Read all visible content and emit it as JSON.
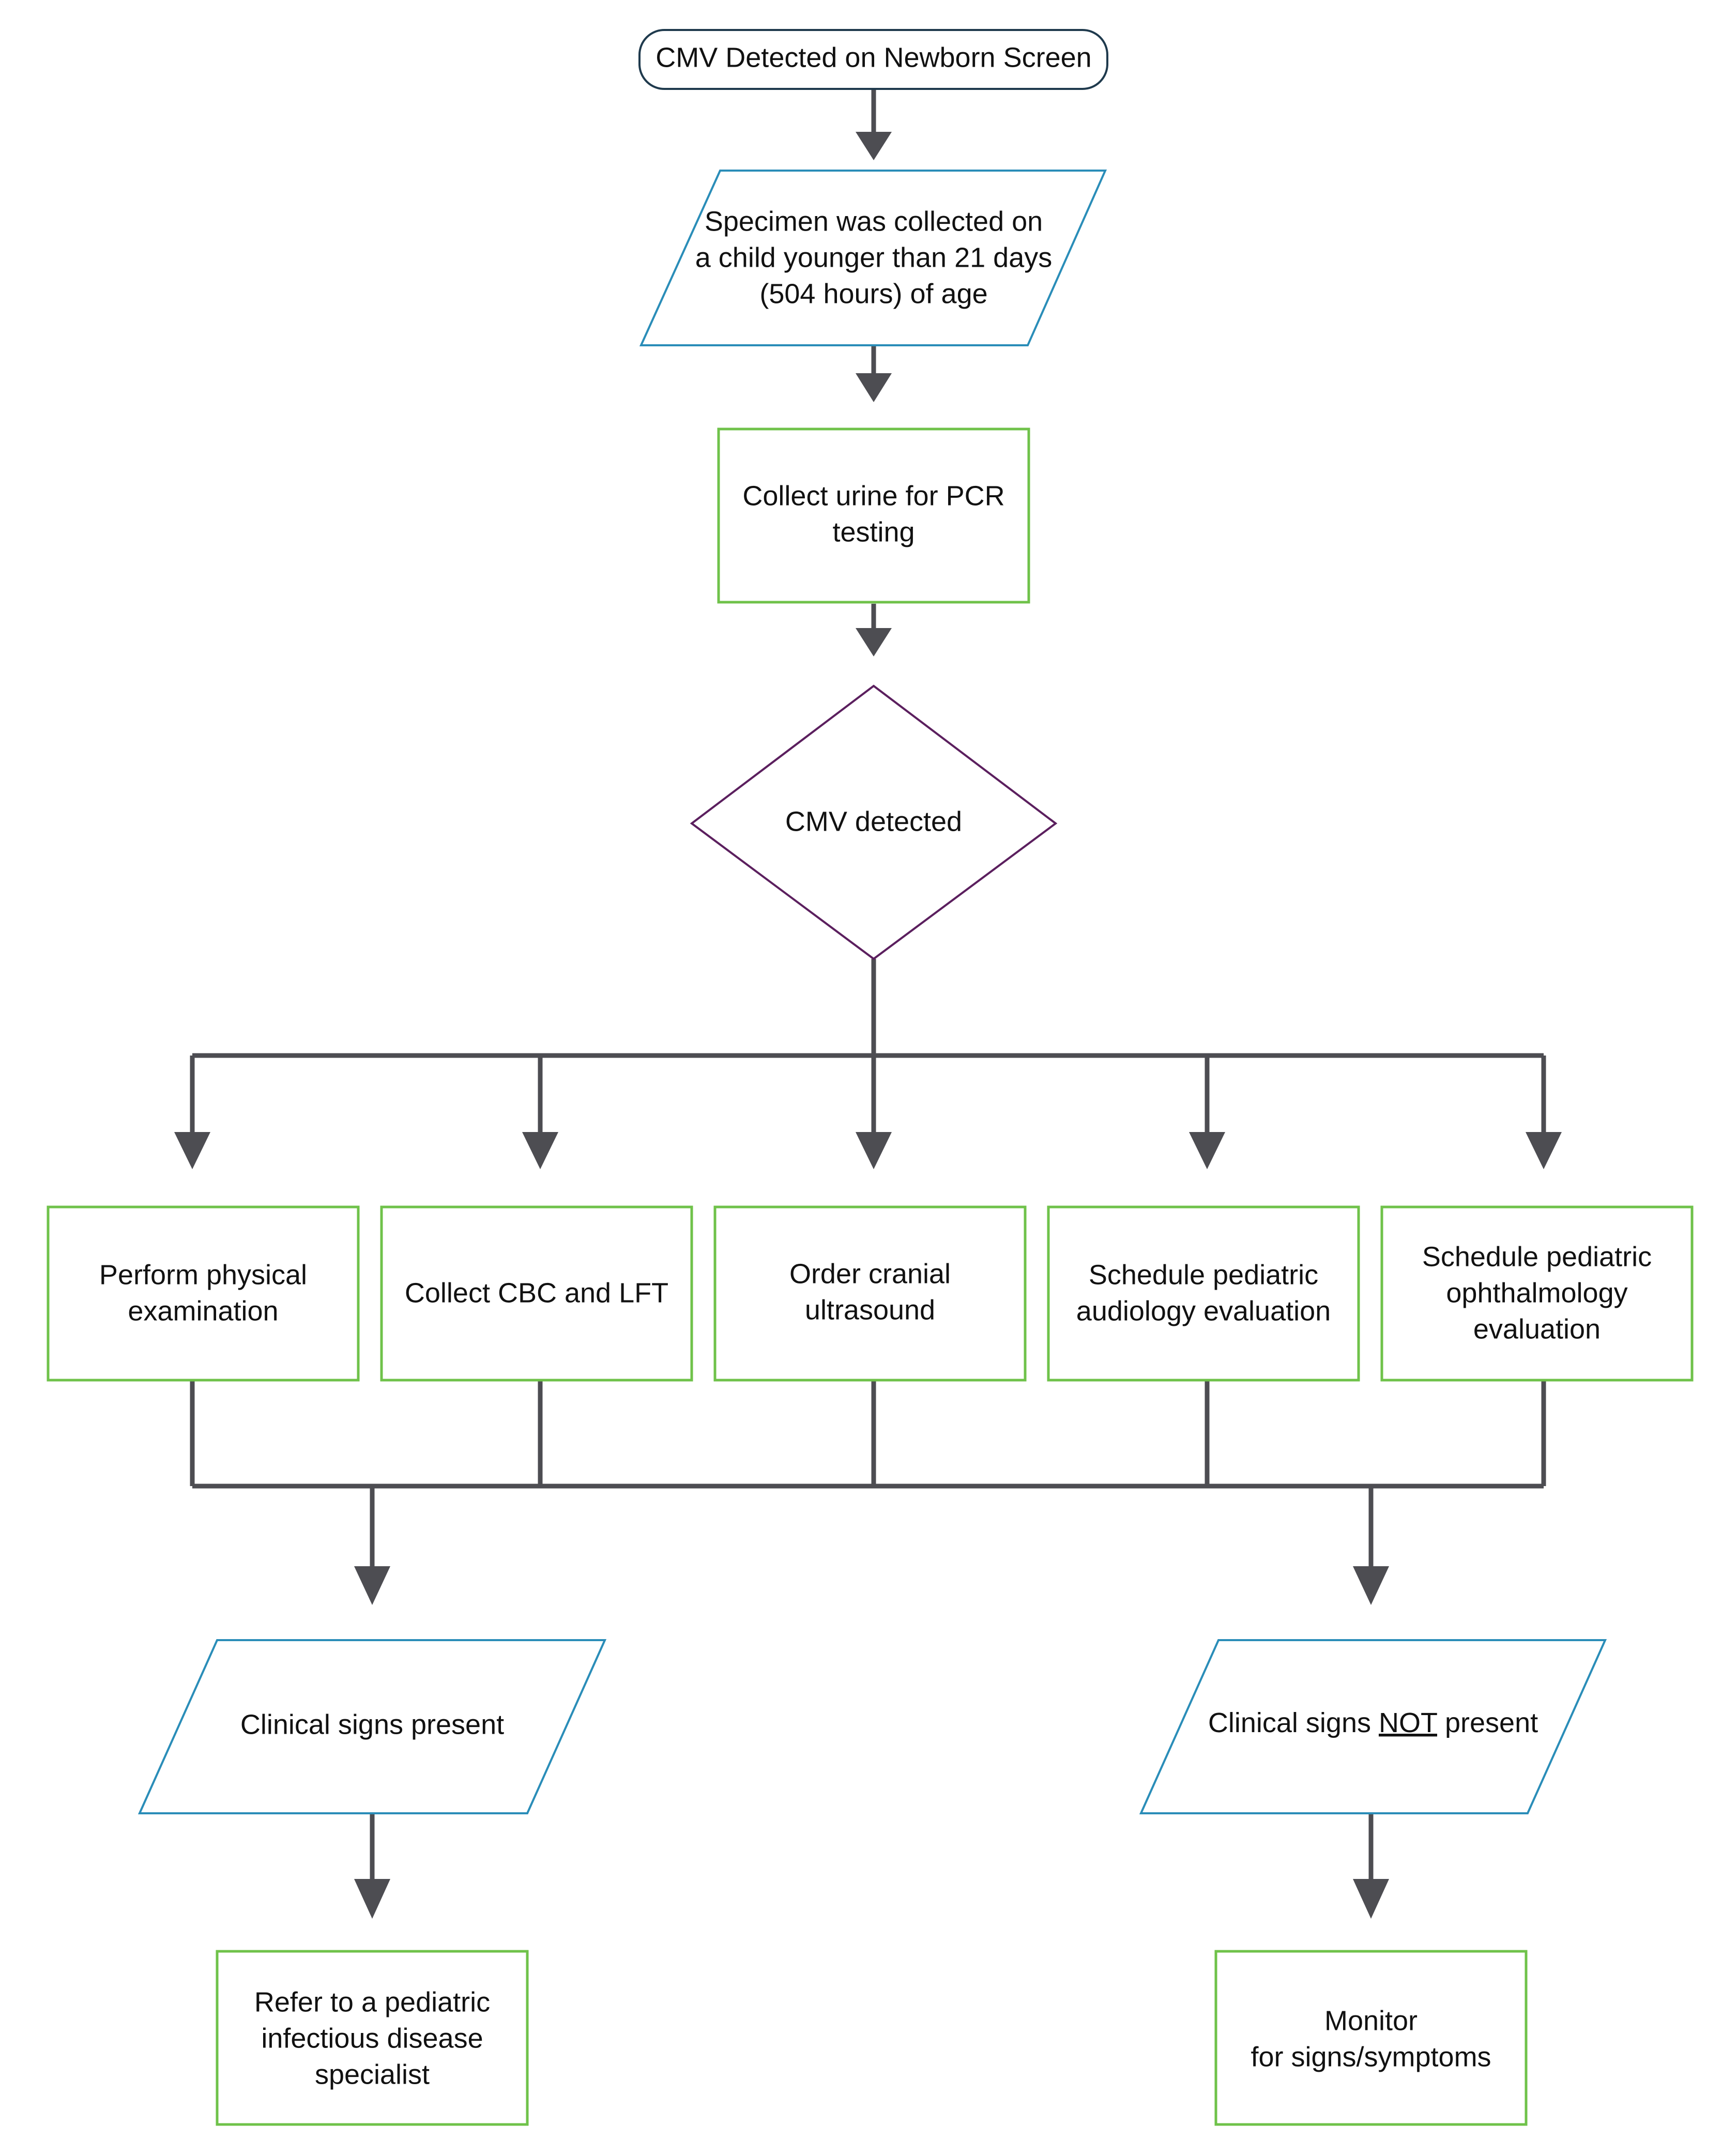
{
  "colors": {
    "terminal_stroke": "#1f3a4d",
    "io_stroke": "#2a8db8",
    "process_stroke": "#6fc24a",
    "decision_stroke": "#5b1f5e",
    "connector": "#4d4d52"
  },
  "flowchart": {
    "start": {
      "label": "CMV Detected on Newborn Screen"
    },
    "specimen": {
      "line1": "Specimen was collected on",
      "line2": "a child younger than 21 days",
      "line3": "(504 hours) of age"
    },
    "collect_urine": {
      "line1": "Collect urine for PCR",
      "line2": "testing"
    },
    "decision": {
      "label": "CMV detected"
    },
    "actions": {
      "physical_exam": {
        "line1": "Perform physical",
        "line2": "examination"
      },
      "cbc_lft": {
        "line1": "Collect CBC and LFT"
      },
      "cranial_us": {
        "line1": "Order cranial",
        "line2": "ultrasound"
      },
      "audiology": {
        "line1": "Schedule pediatric",
        "line2": "audiology evaluation"
      },
      "ophthalmology": {
        "line1": "Schedule pediatric",
        "line2": "ophthalmology",
        "line3": "evaluation"
      }
    },
    "signs_present": {
      "label": "Clinical signs present"
    },
    "signs_not_present": {
      "prefix": "Clinical signs ",
      "emphasis": "NOT",
      "suffix": " present"
    },
    "refer_specialist": {
      "line1": "Refer to a pediatric",
      "line2": "infectious disease",
      "line3": "specialist"
    },
    "monitor": {
      "line1": "Monitor",
      "line2": "for signs/symptoms"
    }
  }
}
